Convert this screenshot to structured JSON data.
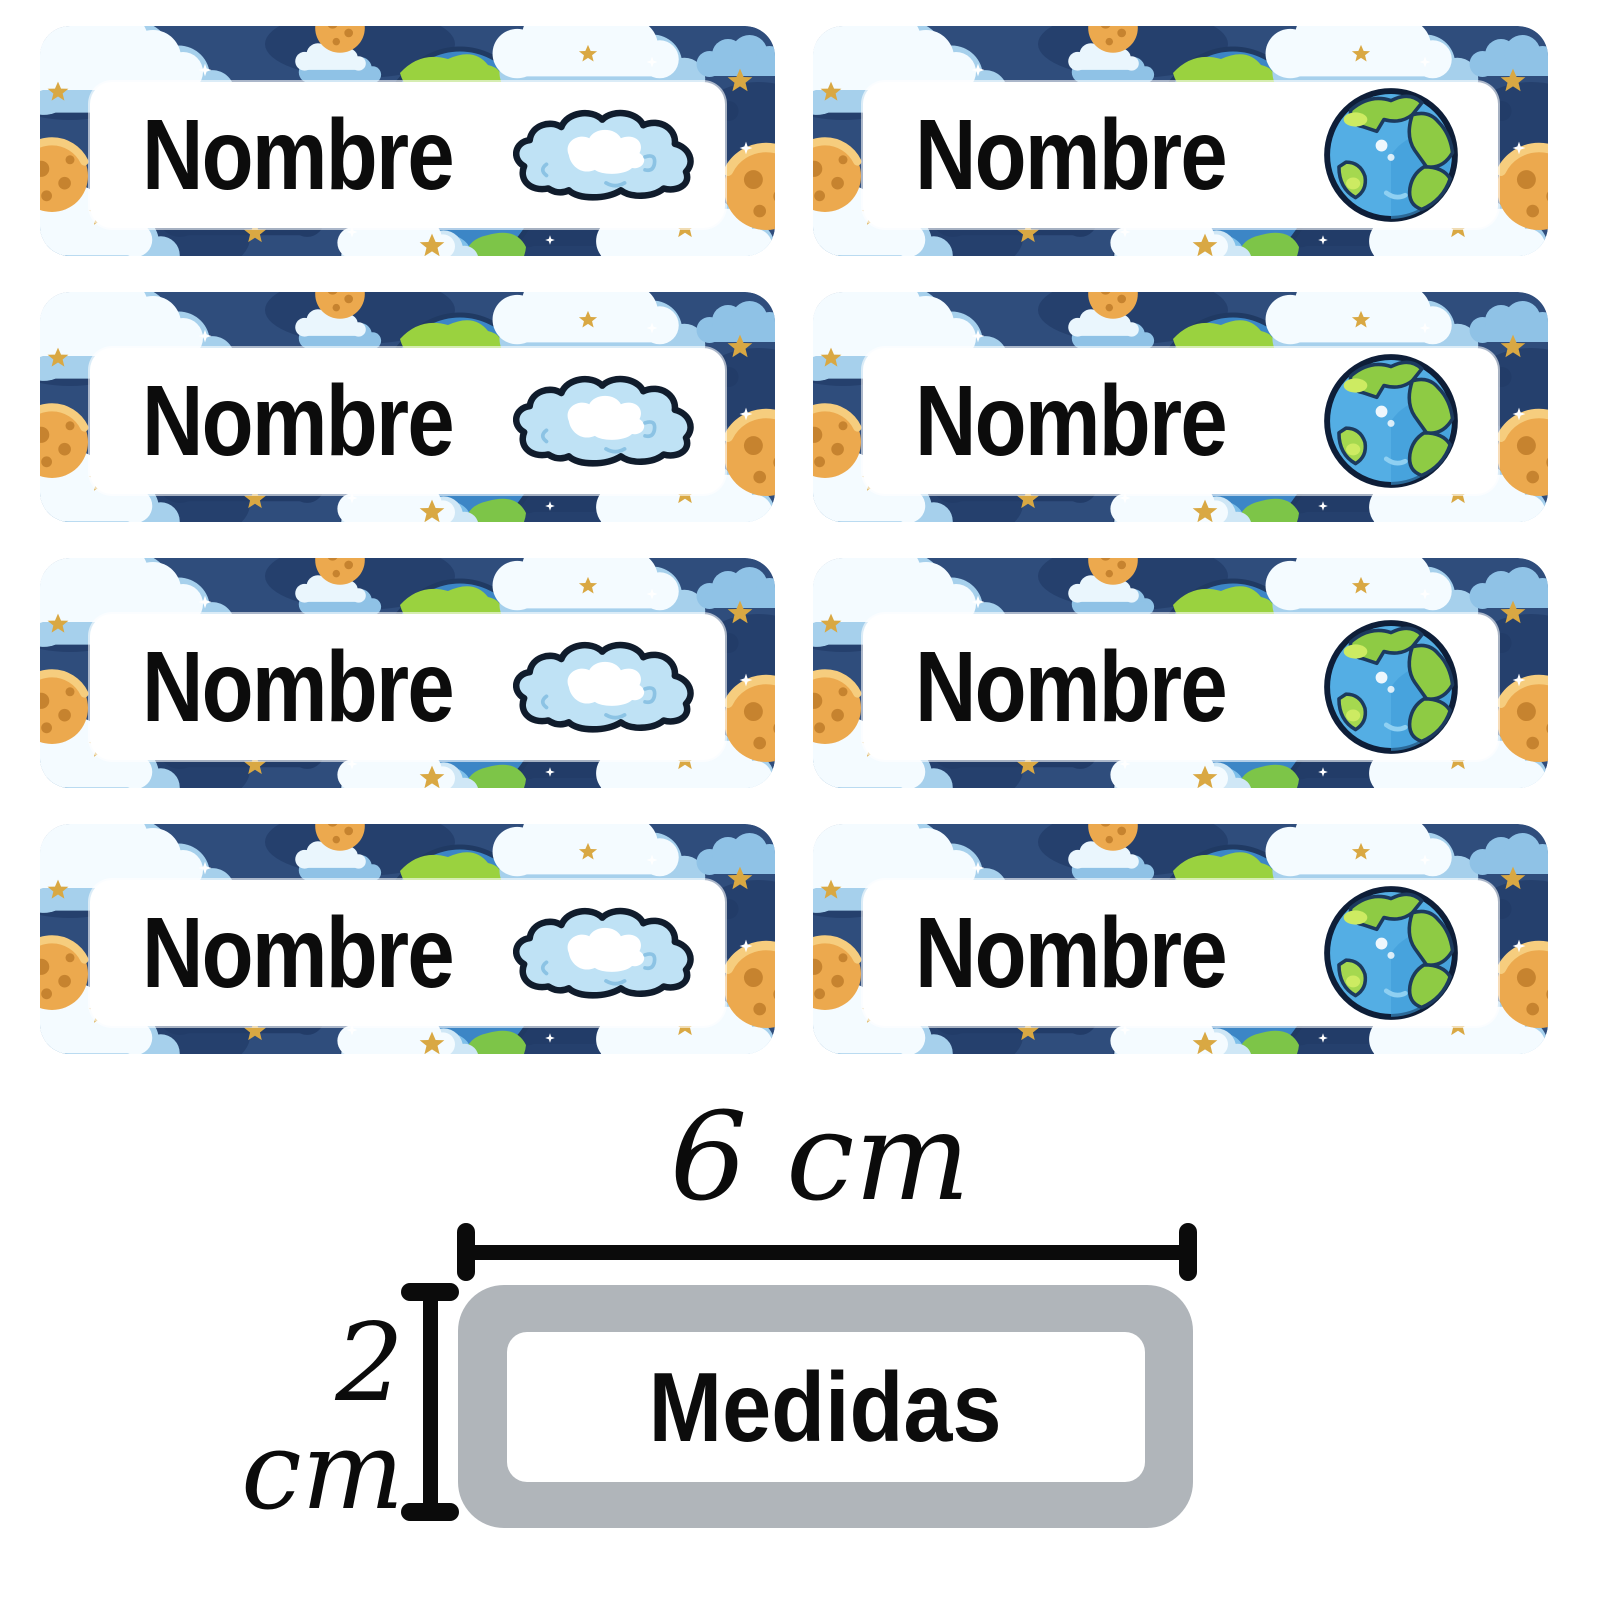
{
  "sheet": {
    "description": "Printable sheet of 8 space-themed name sticker labels plus size diagram",
    "background_color": "#ffffff"
  },
  "labels": [
    {
      "text": "Nombre",
      "icon": "cloud-icon",
      "theme": "space-night-sky"
    },
    {
      "text": "Nombre",
      "icon": "earth-icon",
      "theme": "space-night-sky"
    },
    {
      "text": "Nombre",
      "icon": "cloud-icon",
      "theme": "space-night-sky"
    },
    {
      "text": "Nombre",
      "icon": "earth-icon",
      "theme": "space-night-sky"
    },
    {
      "text": "Nombre",
      "icon": "cloud-icon",
      "theme": "space-night-sky"
    },
    {
      "text": "Nombre",
      "icon": "earth-icon",
      "theme": "space-night-sky"
    },
    {
      "text": "Nombre",
      "icon": "cloud-icon",
      "theme": "space-night-sky"
    },
    {
      "text": "Nombre",
      "icon": "earth-icon",
      "theme": "space-night-sky"
    }
  ],
  "measurement": {
    "width_label": "6 cm",
    "height_label": "2 cm",
    "box_label": "Medidas"
  },
  "colors": {
    "label_navy": "#2f4d7c",
    "label_navy_dark": "#25406d",
    "silhouette_cloud": "#223c68",
    "cloud_blue": "#a6d0ec",
    "cloud_white": "#f4fbff",
    "earth_ocean": "#3c86c6",
    "earth_land": "#9ad23f",
    "moon_orange": "#eca94e",
    "star_gold": "#d9a843",
    "text_black": "#0c0c0c",
    "diagram_gray": "#b0b5ba"
  }
}
